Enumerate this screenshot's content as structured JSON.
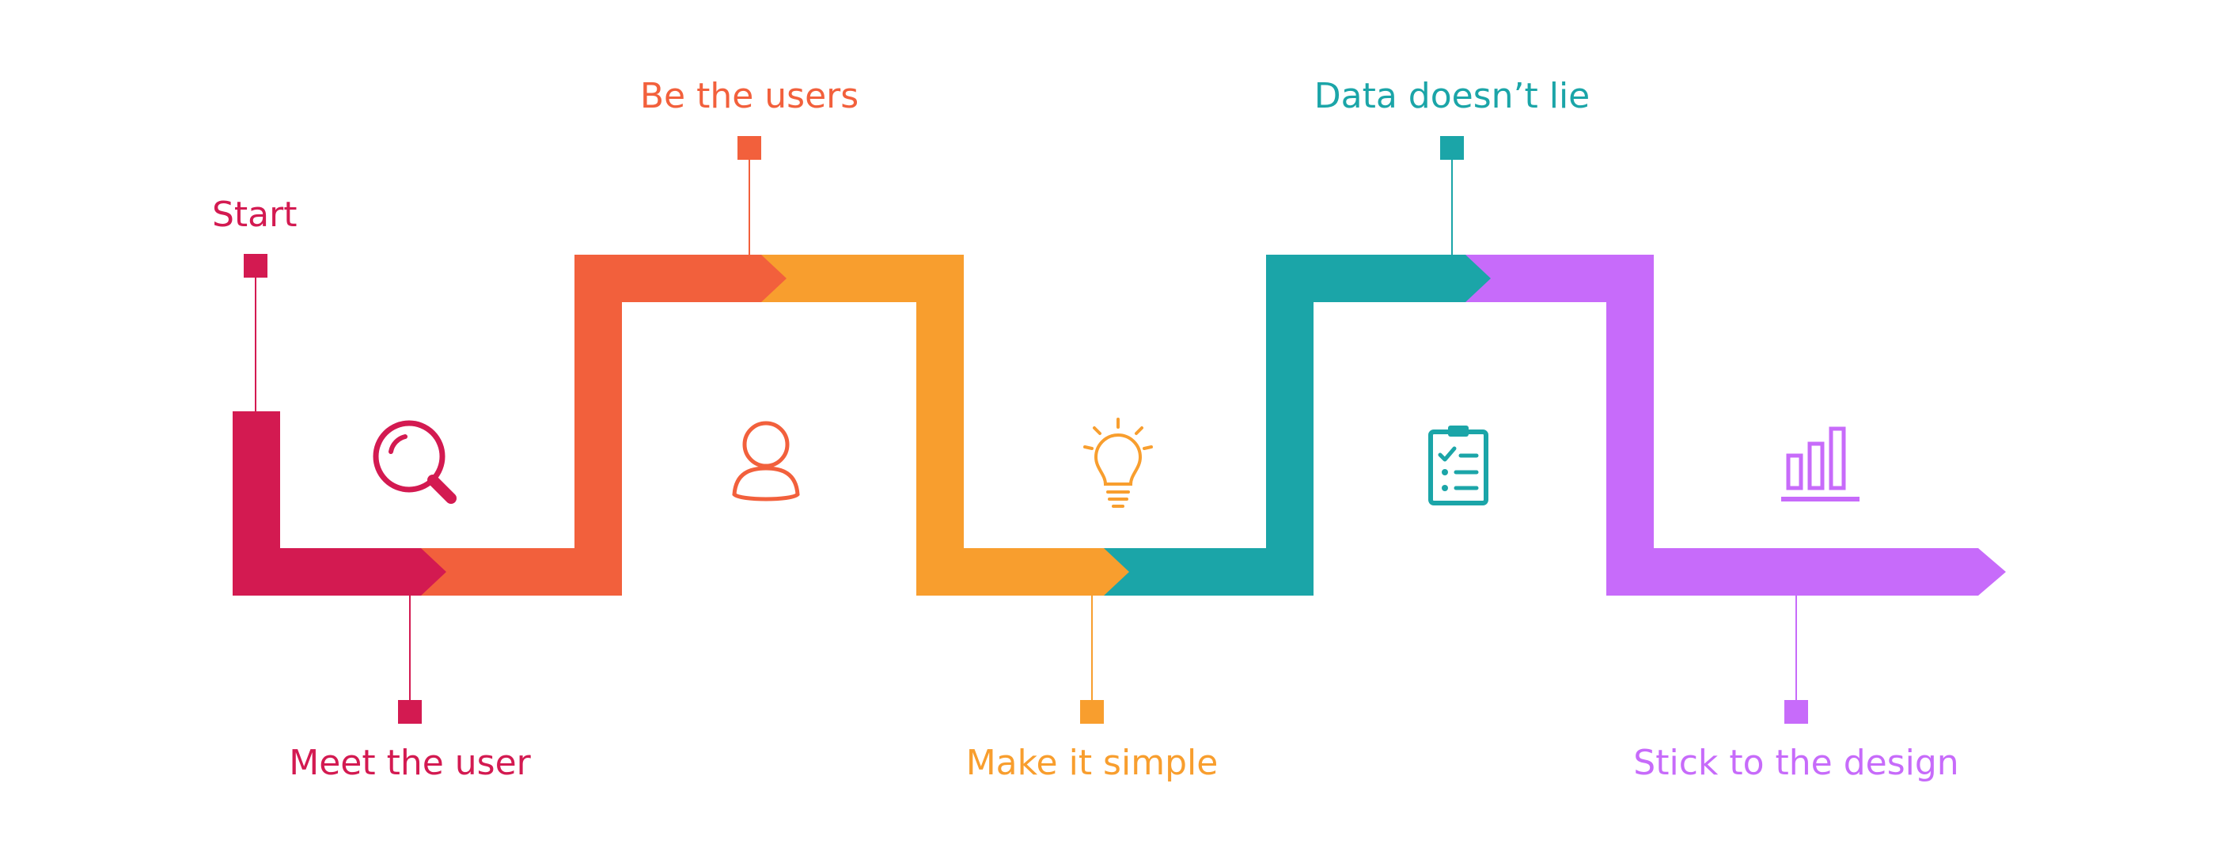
{
  "steps": {
    "start": {
      "label": "Start",
      "color": "#D31A51"
    },
    "meet": {
      "label": "Meet the user",
      "color": "#D31A51",
      "icon": "magnifier-icon"
    },
    "users": {
      "label": "Be the users",
      "color": "#F2603C",
      "icon": "user-icon"
    },
    "simple": {
      "label": "Make it simple",
      "color": "#F89E2E",
      "icon": "lightbulb-icon"
    },
    "data": {
      "label": "Data doesn’t lie",
      "color": "#1BA5A8",
      "icon": "clipboard-checklist-icon"
    },
    "design": {
      "label": "Stick to the design",
      "color": "#C76BFA",
      "icon": "bar-chart-icon"
    }
  }
}
